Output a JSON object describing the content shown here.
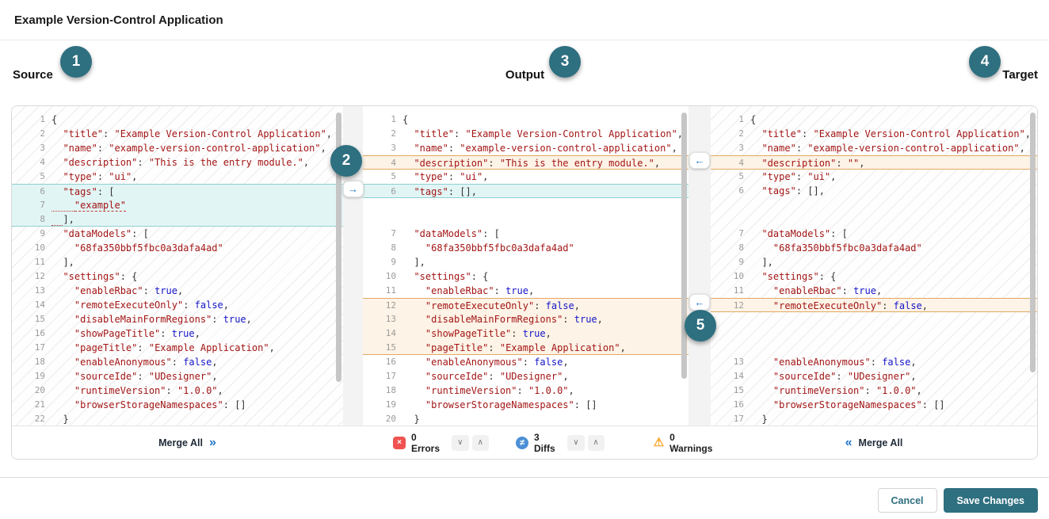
{
  "header": {
    "title": "Example Version-Control Application"
  },
  "callouts": {
    "c1": "1",
    "c2": "2",
    "c3": "3",
    "c4": "4",
    "c5": "5"
  },
  "gutters": {
    "merge_line_right": "→",
    "merge_line_left": "←"
  },
  "panes": {
    "source": {
      "label": "Source",
      "lines": [
        {
          "n": "1",
          "t": "{"
        },
        {
          "n": "2",
          "t": "  \"title\": \"Example Version-Control Application\","
        },
        {
          "n": "3",
          "t": "  \"name\": \"example-version-control-application\","
        },
        {
          "n": "4",
          "t": "  \"description\": \"This is the entry module.\","
        },
        {
          "n": "5",
          "t": "  \"type\": \"ui\","
        },
        {
          "n": "6",
          "t": "  \"tags\": [",
          "hl": "teal",
          "pos": "start"
        },
        {
          "n": "7",
          "t": "    \"example\"",
          "hl": "teal",
          "pos": "mid",
          "ul": "full"
        },
        {
          "n": "8",
          "t": "  ],",
          "hl": "teal",
          "pos": "end",
          "ul": "ws"
        },
        {
          "n": "9",
          "t": "  \"dataModels\": ["
        },
        {
          "n": "10",
          "t": "    \"68fa350bbf5fbc0a3dafa4ad\""
        },
        {
          "n": "11",
          "t": "  ],"
        },
        {
          "n": "12",
          "t": "  \"settings\": {"
        },
        {
          "n": "13",
          "t": "    \"enableRbac\": true,"
        },
        {
          "n": "14",
          "t": "    \"remoteExecuteOnly\": false,"
        },
        {
          "n": "15",
          "t": "    \"disableMainFormRegions\": true,"
        },
        {
          "n": "16",
          "t": "    \"showPageTitle\": true,"
        },
        {
          "n": "17",
          "t": "    \"pageTitle\": \"Example Application\","
        },
        {
          "n": "18",
          "t": "    \"enableAnonymous\": false,"
        },
        {
          "n": "19",
          "t": "    \"sourceIde\": \"UDesigner\","
        },
        {
          "n": "20",
          "t": "    \"runtimeVersion\": \"1.0.0\","
        },
        {
          "n": "21",
          "t": "    \"browserStorageNamespaces\": []"
        },
        {
          "n": "22",
          "t": "  }"
        }
      ]
    },
    "output": {
      "label": "Output",
      "lines": [
        {
          "n": "1",
          "t": "{"
        },
        {
          "n": "2",
          "t": "  \"title\": \"Example Version-Control Application\","
        },
        {
          "n": "3",
          "t": "  \"name\": \"example-version-control-application\","
        },
        {
          "n": "4",
          "t": "  \"description\": \"This is the entry module.\",",
          "hl": "orange",
          "pos": "solo"
        },
        {
          "n": "5",
          "t": "  \"type\": \"ui\","
        },
        {
          "n": "6",
          "t": "  \"tags\": [],",
          "hl": "teal",
          "pos": "solo"
        },
        {
          "spacer": true
        },
        {
          "spacer": true
        },
        {
          "n": "7",
          "t": "  \"dataModels\": ["
        },
        {
          "n": "8",
          "t": "    \"68fa350bbf5fbc0a3dafa4ad\""
        },
        {
          "n": "9",
          "t": "  ],"
        },
        {
          "n": "10",
          "t": "  \"settings\": {"
        },
        {
          "n": "11",
          "t": "    \"enableRbac\": true,"
        },
        {
          "n": "12",
          "t": "    \"remoteExecuteOnly\": false,",
          "hl": "orange",
          "pos": "start"
        },
        {
          "n": "13",
          "t": "    \"disableMainFormRegions\": true,",
          "hl": "orange",
          "pos": "mid"
        },
        {
          "n": "14",
          "t": "    \"showPageTitle\": true,",
          "hl": "orange",
          "pos": "mid"
        },
        {
          "n": "15",
          "t": "    \"pageTitle\": \"Example Application\",",
          "hl": "orange",
          "pos": "end"
        },
        {
          "n": "16",
          "t": "    \"enableAnonymous\": false,"
        },
        {
          "n": "17",
          "t": "    \"sourceIde\": \"UDesigner\","
        },
        {
          "n": "18",
          "t": "    \"runtimeVersion\": \"1.0.0\","
        },
        {
          "n": "19",
          "t": "    \"browserStorageNamespaces\": []"
        },
        {
          "n": "20",
          "t": "  }"
        }
      ]
    },
    "target": {
      "label": "Target",
      "lines": [
        {
          "n": "1",
          "t": "{"
        },
        {
          "n": "2",
          "t": "  \"title\": \"Example Version-Control Application\","
        },
        {
          "n": "3",
          "t": "  \"name\": \"example-version-control-application\","
        },
        {
          "n": "4",
          "t": "  \"description\": \"\",",
          "hl": "orange",
          "pos": "solo"
        },
        {
          "n": "5",
          "t": "  \"type\": \"ui\","
        },
        {
          "n": "6",
          "t": "  \"tags\": [],"
        },
        {
          "spacer": true
        },
        {
          "spacer": true
        },
        {
          "n": "7",
          "t": "  \"dataModels\": ["
        },
        {
          "n": "8",
          "t": "    \"68fa350bbf5fbc0a3dafa4ad\""
        },
        {
          "n": "9",
          "t": "  ],"
        },
        {
          "n": "10",
          "t": "  \"settings\": {"
        },
        {
          "n": "11",
          "t": "    \"enableRbac\": true,"
        },
        {
          "n": "12",
          "t": "    \"remoteExecuteOnly\": false,",
          "hl": "orange",
          "pos": "solo"
        },
        {
          "spacer": true
        },
        {
          "spacer": true
        },
        {
          "spacer": true
        },
        {
          "n": "13",
          "t": "    \"enableAnonymous\": false,"
        },
        {
          "n": "14",
          "t": "    \"sourceIde\": \"UDesigner\","
        },
        {
          "n": "15",
          "t": "    \"runtimeVersion\": \"1.0.0\","
        },
        {
          "n": "16",
          "t": "    \"browserStorageNamespaces\": []"
        },
        {
          "n": "17",
          "t": "  }"
        }
      ]
    }
  },
  "merge": {
    "left": {
      "label": "Merge All",
      "chevron": "»"
    },
    "right": {
      "label": "Merge All",
      "chevron": "«"
    }
  },
  "status": {
    "errors": {
      "label": "0 Errors",
      "glyph": "×"
    },
    "diffs": {
      "label": "3 Diffs",
      "glyph": "≠"
    },
    "warnings": {
      "label": "0 Warnings",
      "glyph": "⚠"
    },
    "nav_down": "∨",
    "nav_up": "∧"
  },
  "footer": {
    "cancel_label": "Cancel",
    "save_label": "Save Changes"
  },
  "colors": {
    "accent_teal": "#2e6f80",
    "add_highlight": "#e2f5f5",
    "add_border": "#8fd0d2",
    "change_highlight": "#fdf3e6",
    "change_border": "#e2a961",
    "error_red": "#ef5350",
    "diff_blue": "#4c8fd6",
    "warning_orange": "#f7a427",
    "link_blue": "#2176c7",
    "code_string": "#a31515",
    "code_boolean": "#1414c8"
  }
}
